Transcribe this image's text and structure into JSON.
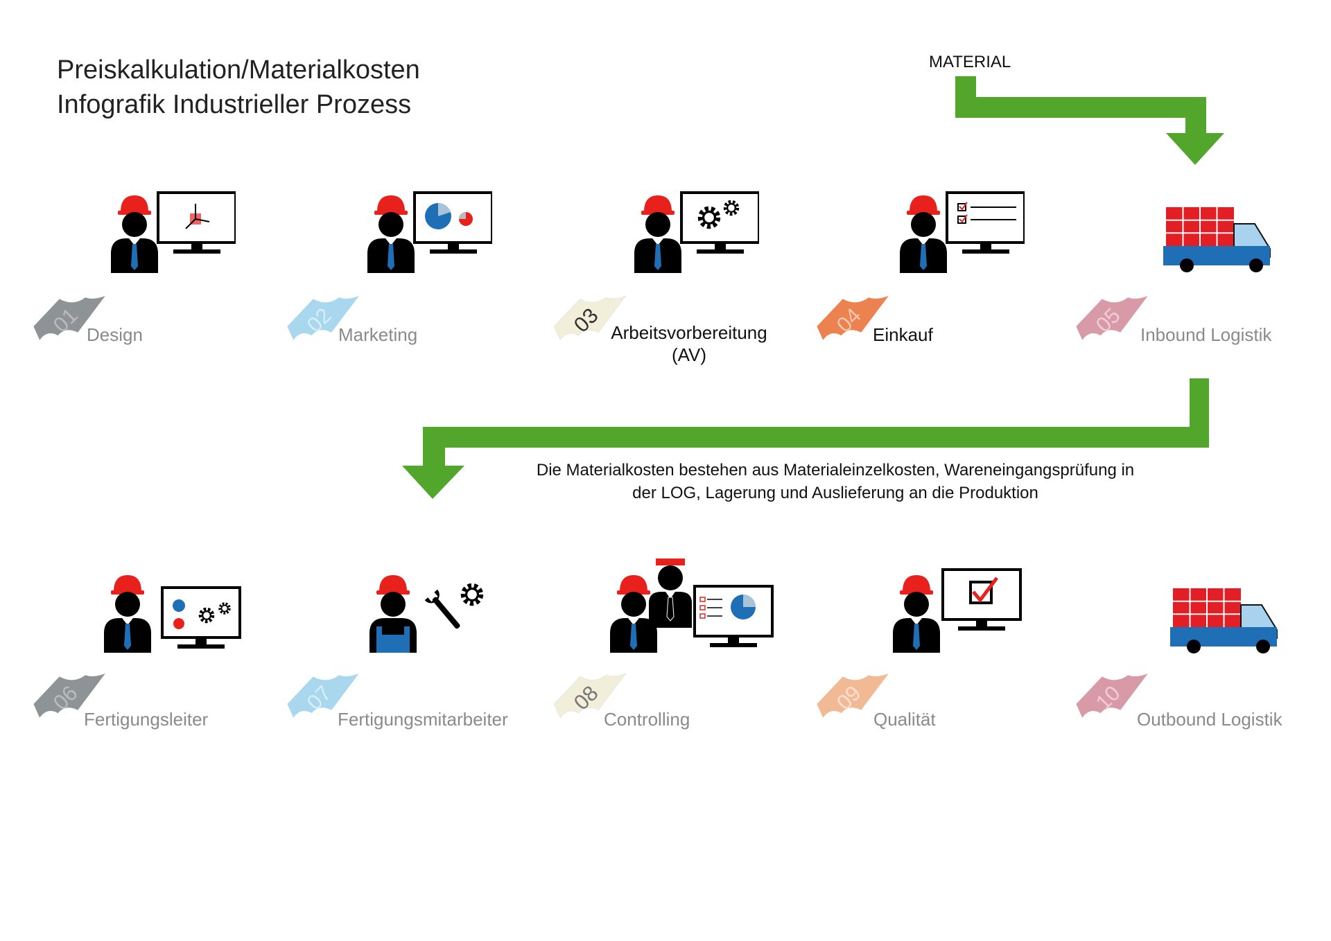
{
  "title": {
    "line1": "Preiskalkulation/Materialkosten",
    "line2": "Infografik Industrieller Prozess"
  },
  "material_label": "MATERIAL",
  "note": {
    "line1": "Die Materialkosten bestehen aus Materialeinzelkosten, Wareneingangsprüfung in",
    "line2": "der LOG, Lagerung und Auslieferung an die Produktion"
  },
  "colors": {
    "arrow": "#52a62c",
    "helmet": "#e8211d",
    "tie": "#1f6fb7",
    "truck_body": "#1f6fb7",
    "truck_cargo": "#e31e24",
    "truck_cabin": "#a9d2ee",
    "tag_01": "#8e9396",
    "tag_02": "#a9d8ee",
    "tag_03": "#f1efd9",
    "tag_04": "#ec8250",
    "tag_05": "#d99aa8",
    "tag_06": "#8e9396",
    "tag_07": "#a9d8ee",
    "tag_08": "#f1efd9",
    "tag_09": "#f2b995",
    "tag_10": "#d99aa8"
  },
  "steps": [
    {
      "number": "01",
      "label": "Design",
      "icon": "worker-3d-design-monitor-icon"
    },
    {
      "number": "02",
      "label": "Marketing",
      "icon": "worker-pie-chart-monitor-icon"
    },
    {
      "number": "03",
      "label": "Arbeitsvorbereitung",
      "label2": "(AV)",
      "icon": "worker-gears-monitor-icon"
    },
    {
      "number": "04",
      "label": "Einkauf",
      "icon": "worker-checklist-monitor-icon"
    },
    {
      "number": "05",
      "label": "Inbound Logistik",
      "icon": "delivery-truck-icon"
    },
    {
      "number": "06",
      "label": "Fertigungsleiter",
      "icon": "worker-chart-gears-monitor-icon"
    },
    {
      "number": "07",
      "label": "Fertigungsmitarbeiter",
      "icon": "worker-overalls-wrench-gear-icon"
    },
    {
      "number": "08",
      "label": "Controlling",
      "icon": "two-workers-report-monitor-icon"
    },
    {
      "number": "09",
      "label": "Qualität",
      "icon": "worker-checkbox-monitor-icon"
    },
    {
      "number": "10",
      "label": "Outbound Logistik",
      "icon": "delivery-truck-icon"
    }
  ]
}
